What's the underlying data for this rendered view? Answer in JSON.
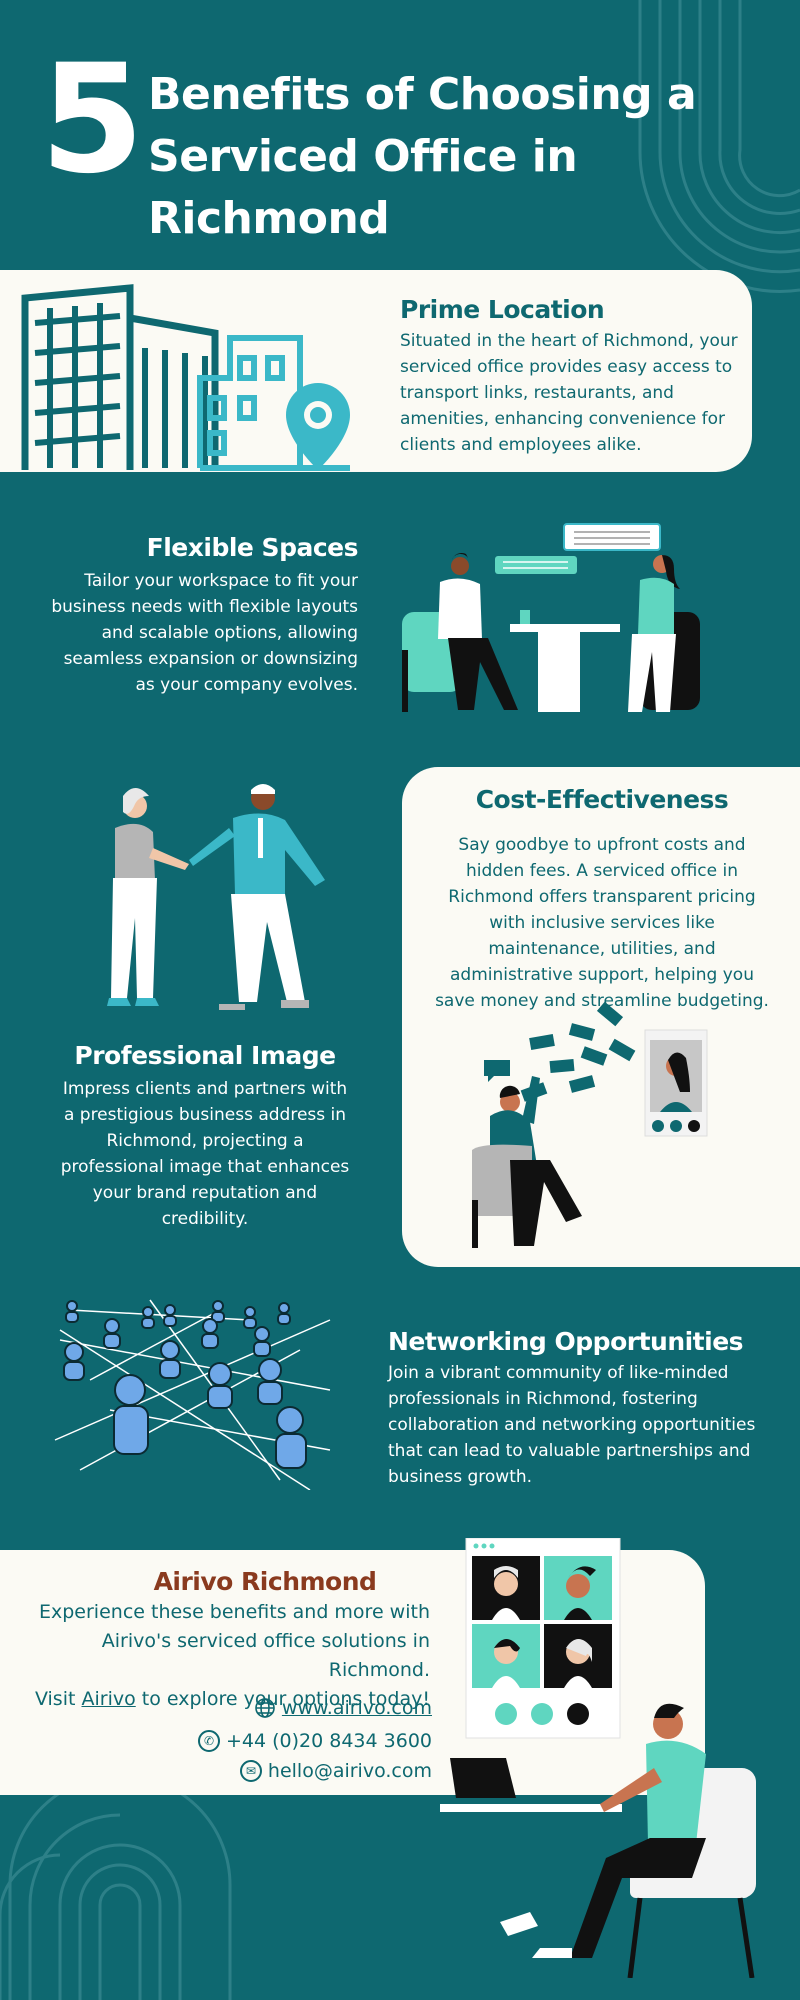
{
  "header": {
    "number": "5",
    "title_line1": "Benefits of Choosing a",
    "title_line2": "Serviced Office in Richmond"
  },
  "sections": {
    "prime_location": {
      "title": "Prime Location",
      "body": "Situated in the heart of Richmond, your serviced office provides easy access to transport links, restaurants, and amenities, enhancing convenience for clients and employees alike."
    },
    "flexible_spaces": {
      "title": "Flexible Spaces",
      "body": "Tailor your workspace to fit your business needs with flexible layouts and scalable options, allowing seamless expansion or downsizing as your company evolves."
    },
    "cost_effectiveness": {
      "title": "Cost-Effectiveness",
      "body": "Say goodbye to upfront costs and hidden fees. A serviced office in Richmond offers transparent pricing with inclusive services like maintenance, utilities, and administrative support, helping you save money and streamline budgeting."
    },
    "professional_image": {
      "title": "Professional Image",
      "body": "Impress clients and partners with a prestigious business address in Richmond, projecting a professional image that enhances your brand reputation and credibility."
    },
    "networking": {
      "title": "Networking Opportunities",
      "body": "Join a vibrant community of like-minded professionals in Richmond, fostering collaboration and networking opportunities that can lead to valuable partnerships and business growth."
    }
  },
  "footer": {
    "title": "Airivo Richmond",
    "line1": "Experience these benefits and more with",
    "line2": "Airivo's serviced office solutions in Richmond.",
    "line3_prefix": "Visit ",
    "line3_link": "Airivo",
    "line3_suffix": " to explore your options today!",
    "website": "www.airivo.com",
    "phone": "+44 (0)20 8434 3600",
    "email": "hello@airivo.com"
  },
  "colors": {
    "background": "#0e6870",
    "card": "#fbfaf4",
    "accent_teal": "#3bb8c8",
    "mint": "#5fd6c0",
    "footer_title": "#8a3a1e",
    "network_blue": "#6fa8e8"
  },
  "icons": [
    "building-icon",
    "location-pin-icon",
    "globe-icon",
    "phone-icon",
    "mail-icon"
  ]
}
